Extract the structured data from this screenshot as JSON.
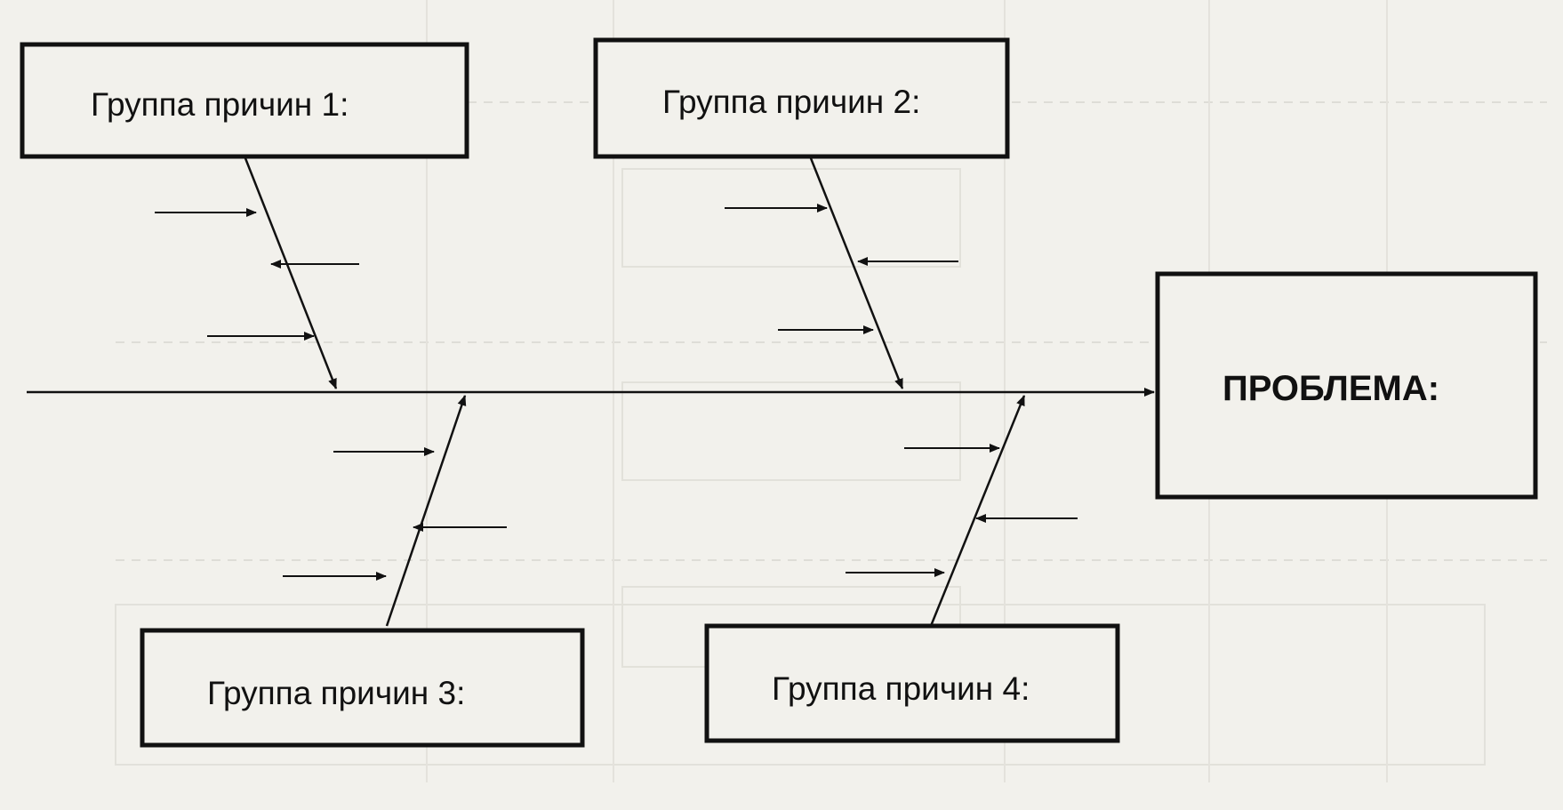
{
  "diagram": {
    "type": "fishbone",
    "problem_label": "ПРОБЛЕМА:",
    "cause_groups": [
      {
        "label": "Группа причин 1:"
      },
      {
        "label": "Группа причин 2:"
      },
      {
        "label": "Группа причин 3:"
      },
      {
        "label": "Группа причин 4:"
      }
    ]
  },
  "colors": {
    "ink": "#111111",
    "paper": "#f2f1ec",
    "ghost": "#cfcdc6"
  }
}
